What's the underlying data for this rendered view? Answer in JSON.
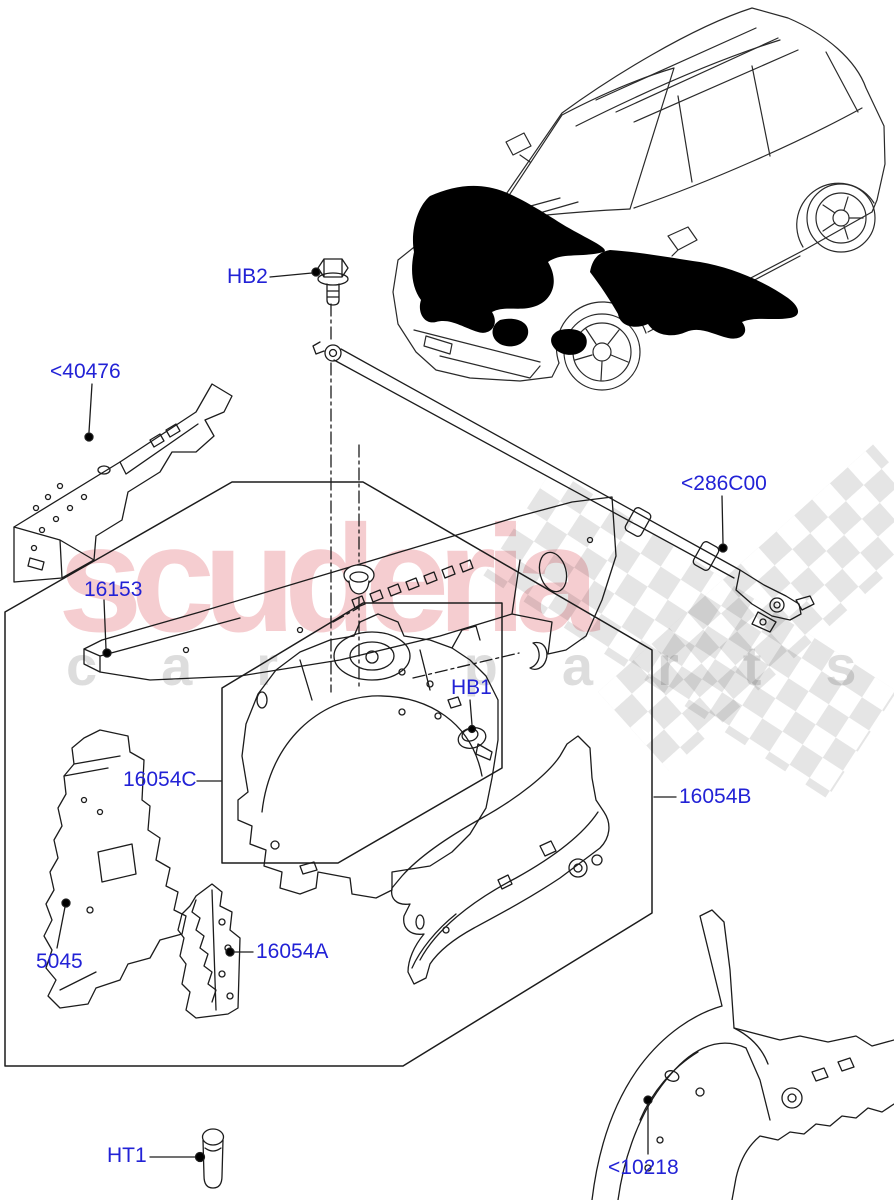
{
  "watermark": {
    "brand": "scuderia",
    "tagline": "car parts"
  },
  "colors": {
    "label": "#2222d6",
    "line": "#1c1c1c",
    "highlight": "#000000",
    "watermark_pink": "rgba(222,90,100,0.30)",
    "watermark_gray": "rgba(100,100,100,0.22)"
  },
  "labels": {
    "hb2": "HB2",
    "p40476": "<40476",
    "p16153": "16153",
    "p286c00": "<286C00",
    "p16054c": "16054C",
    "hb1": "HB1",
    "p16054b": "16054B",
    "p5045": "5045",
    "p16054a": "16054A",
    "ht1": "HT1",
    "p10218": "<10218"
  }
}
